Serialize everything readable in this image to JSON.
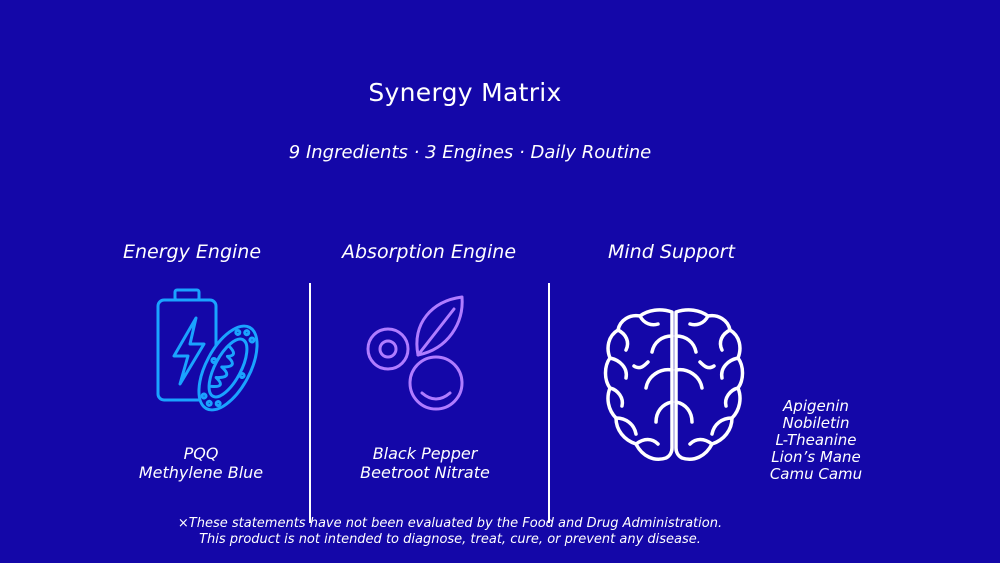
{
  "header": {
    "title": "Synergy Matrix",
    "subtitle": "9 Ingredients · 3 Engines · Daily Routine"
  },
  "columns": [
    {
      "heading": "Energy Engine",
      "icon": "battery-mitochondria-icon",
      "ingredients": [
        "PQQ",
        "Methylene Blue"
      ]
    },
    {
      "heading": "Absorption Engine",
      "icon": "berries-leaf-icon",
      "ingredients": [
        "Black Pepper",
        "Beetroot Nitrate"
      ]
    },
    {
      "heading": "Mind Support",
      "icon": "brain-icon",
      "ingredients": [
        "Apigenin",
        "Nobiletin",
        "L-Theanine",
        "Lion’s Mane",
        "Camu Camu"
      ]
    }
  ],
  "footer": {
    "disclaimer_line1": "×These statements have not been evaluated by the Food and Drug Administration.",
    "disclaimer_line2": "This product is not intended to diagnose, treat, cure, or prevent any disease."
  },
  "colors": {
    "background": "#1407a8",
    "energy_icon": "#1aa3ff",
    "absorption_icon": "#b07cff",
    "text": "#ffffff"
  }
}
